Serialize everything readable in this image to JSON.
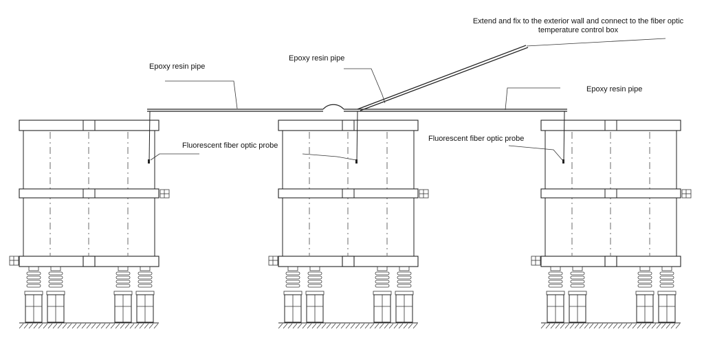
{
  "diagram": {
    "labels": {
      "route_note_line1": "Extend and fix to the exterior wall and connect to the fiber optic",
      "route_note_line2": "temperature control box",
      "pipe_left": "Epoxy resin pipe",
      "pipe_center": "Epoxy resin pipe",
      "pipe_right": "Epoxy resin pipe",
      "probe_center": "Fluorescent fiber optic probe",
      "probe_right": "Fluorescent fiber optic probe"
    },
    "units": [
      {
        "id": "left",
        "probe": true
      },
      {
        "id": "center",
        "probe": true
      },
      {
        "id": "right",
        "probe": true
      }
    ],
    "colors": {
      "line": "#222222",
      "background": "#ffffff"
    }
  }
}
